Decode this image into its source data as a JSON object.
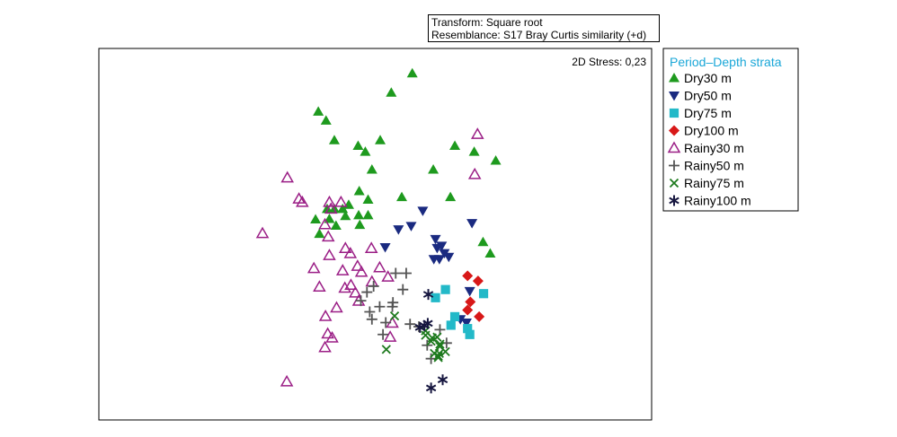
{
  "header": {
    "transform": "Transform: Square root",
    "resemblance": "Resemblance: S17 Bray Curtis similarity (+d)"
  },
  "chart_data": {
    "type": "scatter",
    "title": "",
    "stress_label": "2D Stress: 0,23",
    "xlabel": "",
    "ylabel": "",
    "axes_ticks": false,
    "grid": false,
    "legend_position": "right",
    "legend_title": "Period–Depth strata",
    "legend_title_color": "#1aa7d8",
    "xlim": [
      0,
      1
    ],
    "ylim": [
      0,
      1
    ],
    "series": [
      {
        "name": "Dry30 m",
        "marker": "triangle-up",
        "filled": true,
        "color": "#1e9a1e",
        "points": [
          [
            0.567,
            0.933
          ],
          [
            0.529,
            0.881
          ],
          [
            0.397,
            0.83
          ],
          [
            0.411,
            0.806
          ],
          [
            0.509,
            0.753
          ],
          [
            0.426,
            0.753
          ],
          [
            0.469,
            0.738
          ],
          [
            0.482,
            0.722
          ],
          [
            0.679,
            0.722
          ],
          [
            0.644,
            0.738
          ],
          [
            0.494,
            0.674
          ],
          [
            0.605,
            0.674
          ],
          [
            0.718,
            0.698
          ],
          [
            0.636,
            0.6
          ],
          [
            0.471,
            0.616
          ],
          [
            0.548,
            0.6
          ],
          [
            0.487,
            0.593
          ],
          [
            0.452,
            0.579
          ],
          [
            0.441,
            0.568
          ],
          [
            0.426,
            0.568
          ],
          [
            0.413,
            0.568
          ],
          [
            0.487,
            0.551
          ],
          [
            0.47,
            0.551
          ],
          [
            0.446,
            0.549
          ],
          [
            0.417,
            0.541
          ],
          [
            0.392,
            0.54
          ],
          [
            0.472,
            0.525
          ],
          [
            0.429,
            0.523
          ],
          [
            0.399,
            0.501
          ],
          [
            0.695,
            0.479
          ],
          [
            0.708,
            0.448
          ]
        ]
      },
      {
        "name": "Dry50 m",
        "marker": "triangle-down",
        "filled": true,
        "color": "#1a2a80",
        "points": [
          [
            0.586,
            0.563
          ],
          [
            0.675,
            0.53
          ],
          [
            0.565,
            0.522
          ],
          [
            0.542,
            0.513
          ],
          [
            0.609,
            0.487
          ],
          [
            0.62,
            0.469
          ],
          [
            0.518,
            0.465
          ],
          [
            0.612,
            0.463
          ],
          [
            0.625,
            0.449
          ],
          [
            0.633,
            0.439
          ],
          [
            0.616,
            0.433
          ],
          [
            0.606,
            0.433
          ],
          [
            0.671,
            0.347
          ],
          [
            0.654,
            0.271
          ],
          [
            0.665,
            0.262
          ]
        ]
      },
      {
        "name": "Dry75 m",
        "marker": "square",
        "filled": true,
        "color": "#23b9c8",
        "points": [
          [
            0.627,
            0.351
          ],
          [
            0.609,
            0.329
          ],
          [
            0.696,
            0.34
          ],
          [
            0.644,
            0.278
          ],
          [
            0.637,
            0.255
          ],
          [
            0.667,
            0.246
          ],
          [
            0.671,
            0.23
          ]
        ]
      },
      {
        "name": "Dry100 m",
        "marker": "diamond",
        "filled": true,
        "color": "#d81818",
        "points": [
          [
            0.667,
            0.388
          ],
          [
            0.686,
            0.374
          ],
          [
            0.672,
            0.318
          ],
          [
            0.667,
            0.296
          ],
          [
            0.688,
            0.278
          ]
        ]
      },
      {
        "name": "Rainy30 m",
        "marker": "triangle-up",
        "filled": false,
        "color": "#9b1f86",
        "points": [
          [
            0.685,
            0.769
          ],
          [
            0.68,
            0.661
          ],
          [
            0.341,
            0.652
          ],
          [
            0.362,
            0.595
          ],
          [
            0.368,
            0.586
          ],
          [
            0.417,
            0.586
          ],
          [
            0.438,
            0.586
          ],
          [
            0.296,
            0.502
          ],
          [
            0.42,
            0.568
          ],
          [
            0.409,
            0.526
          ],
          [
            0.415,
            0.493
          ],
          [
            0.417,
            0.443
          ],
          [
            0.446,
            0.462
          ],
          [
            0.493,
            0.462
          ],
          [
            0.455,
            0.448
          ],
          [
            0.389,
            0.408
          ],
          [
            0.441,
            0.402
          ],
          [
            0.468,
            0.414
          ],
          [
            0.508,
            0.41
          ],
          [
            0.475,
            0.398
          ],
          [
            0.523,
            0.385
          ],
          [
            0.494,
            0.372
          ],
          [
            0.399,
            0.358
          ],
          [
            0.445,
            0.355
          ],
          [
            0.456,
            0.363
          ],
          [
            0.464,
            0.342
          ],
          [
            0.47,
            0.32
          ],
          [
            0.43,
            0.302
          ],
          [
            0.41,
            0.279
          ],
          [
            0.414,
            0.232
          ],
          [
            0.422,
            0.221
          ],
          [
            0.531,
            0.261
          ],
          [
            0.527,
            0.223
          ],
          [
            0.409,
            0.195
          ],
          [
            0.34,
            0.103
          ]
        ]
      },
      {
        "name": "Rainy50 m",
        "marker": "plus",
        "filled": false,
        "color": "#555555",
        "points": [
          [
            0.537,
            0.395
          ],
          [
            0.556,
            0.395
          ],
          [
            0.497,
            0.36
          ],
          [
            0.485,
            0.344
          ],
          [
            0.55,
            0.351
          ],
          [
            0.532,
            0.316
          ],
          [
            0.474,
            0.321
          ],
          [
            0.508,
            0.305
          ],
          [
            0.531,
            0.305
          ],
          [
            0.49,
            0.291
          ],
          [
            0.494,
            0.271
          ],
          [
            0.519,
            0.262
          ],
          [
            0.563,
            0.258
          ],
          [
            0.514,
            0.23
          ],
          [
            0.579,
            0.251
          ],
          [
            0.617,
            0.243
          ],
          [
            0.629,
            0.207
          ],
          [
            0.594,
            0.201
          ],
          [
            0.601,
            0.165
          ]
        ]
      },
      {
        "name": "Rainy75 m",
        "marker": "x",
        "filled": false,
        "color": "#1e7a1e",
        "points": [
          [
            0.535,
            0.28
          ],
          [
            0.591,
            0.24
          ],
          [
            0.591,
            0.228
          ],
          [
            0.603,
            0.221
          ],
          [
            0.612,
            0.223
          ],
          [
            0.601,
            0.212
          ],
          [
            0.617,
            0.204
          ],
          [
            0.617,
            0.198
          ],
          [
            0.607,
            0.179
          ],
          [
            0.616,
            0.179
          ],
          [
            0.627,
            0.184
          ],
          [
            0.614,
            0.172
          ],
          [
            0.52,
            0.19
          ],
          [
            0.614,
            0.168
          ]
        ]
      },
      {
        "name": "Rainy100 m",
        "marker": "star",
        "filled": false,
        "color": "#16163f",
        "points": [
          [
            0.596,
            0.338
          ],
          [
            0.595,
            0.26
          ],
          [
            0.589,
            0.254
          ],
          [
            0.581,
            0.249
          ],
          [
            0.622,
            0.108
          ],
          [
            0.601,
            0.086
          ]
        ]
      }
    ]
  }
}
